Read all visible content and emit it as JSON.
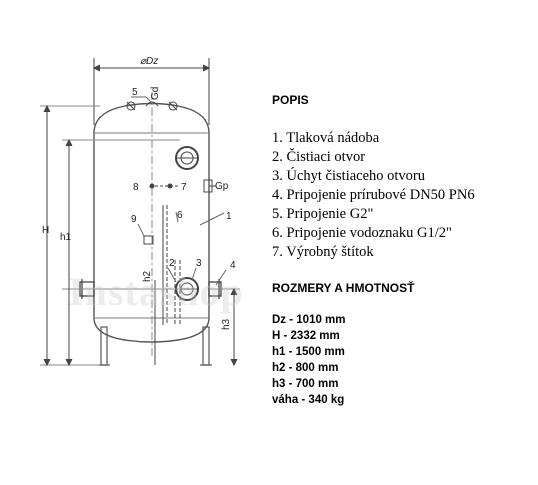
{
  "drawing": {
    "dim_dz": "⌀Dz",
    "dim_h": "H",
    "dim_h1": "h1",
    "dim_h2": "h2",
    "dim_h3": "h3",
    "thread_gd": "Gd",
    "thread_gp": "Gp",
    "callouts": [
      "1",
      "2",
      "3",
      "4",
      "5",
      "6",
      "7",
      "8",
      "9"
    ]
  },
  "legend": {
    "title": "POPIS",
    "items": [
      "1. Tlaková nádoba",
      "2. Čistiaci otvor",
      "3. Úchyt čistiaceho otvoru",
      "4. Pripojenie prírubové DN50 PN6",
      "5. Pripojenie G2\"",
      "6. Pripojenie vodoznaku G1/2\"",
      "7. Výrobný štítok"
    ]
  },
  "dimensions": {
    "title": "ROZMERY A HMOTNOSŤ",
    "rows": [
      "Dz - 1010 mm",
      "H - 2332 mm",
      "h1 - 1500 mm",
      "h2 - 800 mm",
      "h3 - 700 mm",
      "váha - 340 kg"
    ]
  },
  "watermark": "Instashop"
}
